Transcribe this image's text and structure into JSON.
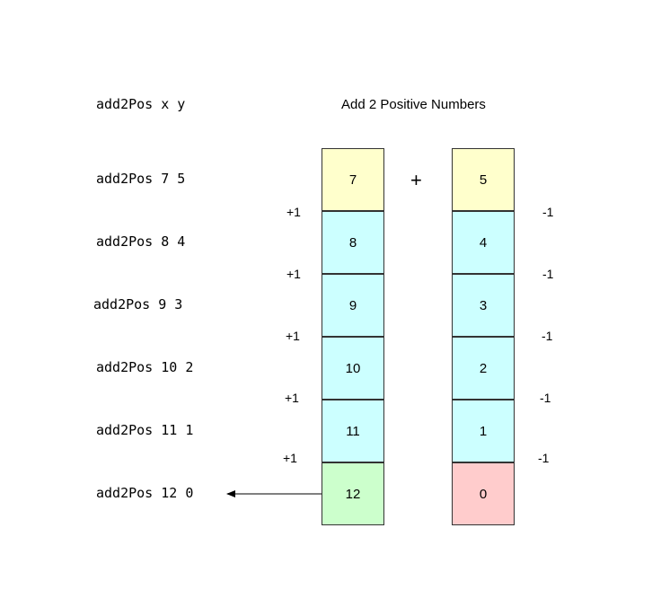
{
  "header": {
    "signature": "add2Pos x y",
    "title": "Add 2 Positive Numbers"
  },
  "operator": "+",
  "calls": [
    "add2Pos 7 5",
    "add2Pos 8 4",
    "add2Pos 9 3",
    "add2Pos 10 2",
    "add2Pos 11 1",
    "add2Pos 12 0"
  ],
  "left_column": {
    "values": [
      "7",
      "8",
      "9",
      "10",
      "11",
      "12"
    ],
    "step_label": "+1"
  },
  "right_column": {
    "values": [
      "5",
      "4",
      "3",
      "2",
      "1",
      "0"
    ],
    "step_label": "-1"
  },
  "colors": {
    "start": "#ffffcc",
    "middle": "#ccffff",
    "result": "#ccffcc",
    "zero": "#ffcccc"
  }
}
